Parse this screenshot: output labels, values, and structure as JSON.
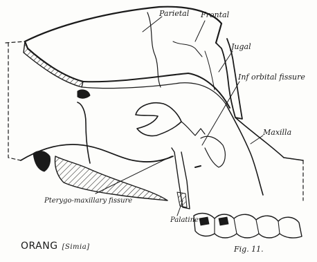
{
  "labels": {
    "parietal": "Parietal",
    "frontal": "Frontal",
    "jugal": "Jugal",
    "inf_orbital_fissure": "Inf orbital fissure",
    "maxilla": "Maxilla",
    "pterygo_maxillary_fissure": "Pterygo-maxillary fissure",
    "palatine": "Palatine"
  },
  "caption": {
    "title": "ORANG",
    "subtitle": "[Simia]",
    "figure": "Fig. 11."
  },
  "colors": {
    "ink": "#1a1a1a",
    "paper": "#fdfdfb"
  }
}
